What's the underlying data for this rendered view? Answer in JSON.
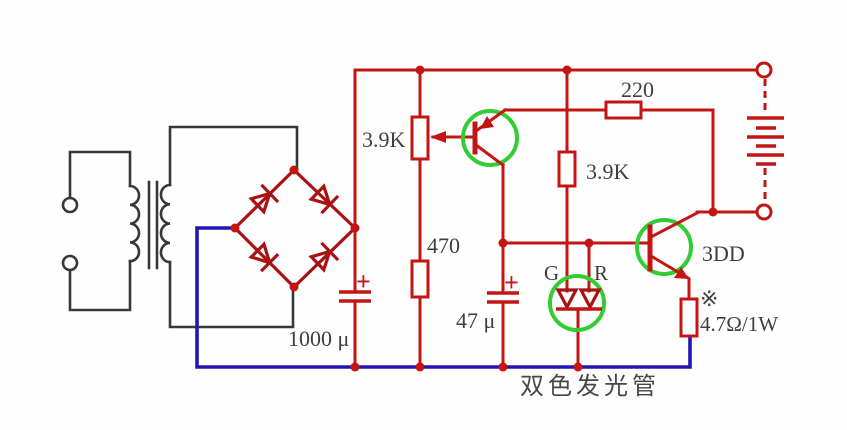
{
  "diagram": {
    "type": "circuit-schematic",
    "caption": "双色发光管",
    "components": {
      "potentiometer": {
        "label": "3.9K"
      },
      "resistor_470": {
        "label": "470"
      },
      "resistor_220": {
        "label": "220"
      },
      "resistor_39k": {
        "label": "3.9K"
      },
      "resistor_power": {
        "label": "4.7Ω/1W",
        "note_mark": "※"
      },
      "capacitor_main": {
        "label": "1000 μ",
        "polarity": "+"
      },
      "capacitor_small": {
        "label": "47 μ",
        "polarity": "+"
      },
      "transistor_output": {
        "label": "3DD"
      },
      "led_bicolor": {
        "green_lead": "G",
        "red_lead": "R"
      }
    },
    "colors": {
      "wire_red": "#c41515",
      "wire_dark_red": "#a81212",
      "wire_blue": "#2215b5",
      "wire_black": "#383838",
      "highlight_green": "#33cc33",
      "text": "#3f3f3f"
    }
  }
}
